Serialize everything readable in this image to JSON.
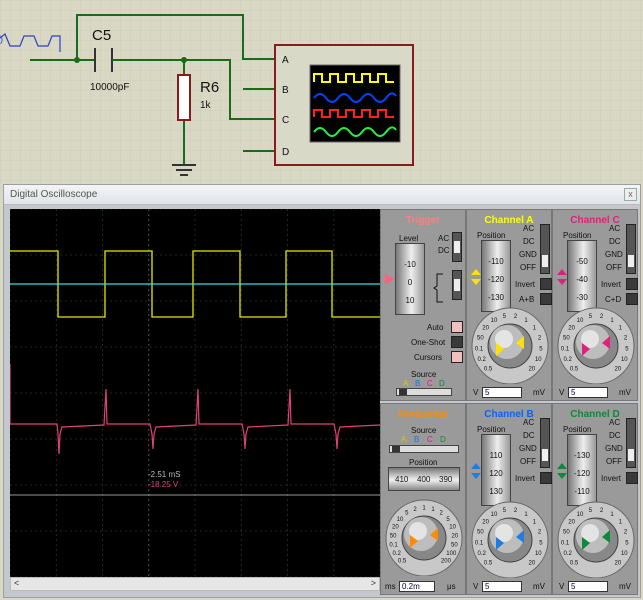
{
  "schematic": {
    "capacitor_ref": "C5",
    "capacitor_value": "10000pF",
    "resistor_ref": "R6",
    "resistor_value": "1k",
    "scope_inputs": [
      "A",
      "B",
      "C",
      "D"
    ],
    "trace_colors": [
      "#ffff00",
      "#0044ff",
      "#ff2020",
      "#22ee44"
    ],
    "wire_color": "#1a6a1a"
  },
  "window": {
    "title": "Digital Oscilloscope",
    "close_label": "x"
  },
  "screen": {
    "cursor_time": "-2.51 mS",
    "cursor_voltage": "-18.25 V",
    "channel_a_color": "#e8e800",
    "channel_b_color": "#33dddd",
    "channel_c_color": "#e0407a"
  },
  "scrollbar": {
    "left_arrow": "<",
    "right_arrow": ">"
  },
  "trigger": {
    "title": "Trigger",
    "level_label": "Level",
    "scale": [
      "-10",
      "0",
      "10"
    ],
    "ac": "AC",
    "dc": "DC",
    "auto": "Auto",
    "oneshot": "One-Shot",
    "cursors": "Cursors",
    "source_label": "Source",
    "sources": [
      "A",
      "B",
      "C",
      "D"
    ]
  },
  "channel_a": {
    "title": "Channel A",
    "position_label": "Position",
    "scale": [
      "-110",
      "-120",
      "-130"
    ],
    "modes": [
      "AC",
      "DC",
      "GND",
      "OFF"
    ],
    "invert": "Invert",
    "combine": "A+B",
    "knob_ticks": [
      "0.5",
      "0.2",
      "0.1",
      "50",
      "20",
      "10",
      "5",
      "2",
      "1",
      "1",
      "2",
      "5",
      "10",
      "20"
    ],
    "volts_value": "5",
    "unit_left": "V",
    "unit_right": "mV"
  },
  "channel_b": {
    "title": "Channel B",
    "position_label": "Position",
    "scale": [
      "110",
      "120",
      "130"
    ],
    "modes": [
      "AC",
      "DC",
      "GND",
      "OFF"
    ],
    "invert": "Invert",
    "knob_ticks": [
      "0.5",
      "0.2",
      "0.1",
      "50",
      "20",
      "10",
      "5",
      "2",
      "1",
      "1",
      "2",
      "5",
      "10",
      "20"
    ],
    "volts_value": "5",
    "unit_left": "V",
    "unit_right": "mV"
  },
  "channel_c": {
    "title": "Channel C",
    "position_label": "Position",
    "scale": [
      "-50",
      "-40",
      "-30"
    ],
    "modes": [
      "AC",
      "DC",
      "GND",
      "OFF"
    ],
    "invert": "Invert",
    "combine": "C+D",
    "knob_ticks": [
      "0.5",
      "0.2",
      "0.1",
      "50",
      "20",
      "10",
      "5",
      "2",
      "1",
      "1",
      "2",
      "5",
      "10",
      "20"
    ],
    "volts_value": "5",
    "unit_left": "V",
    "unit_right": "mV"
  },
  "channel_d": {
    "title": "Channel D",
    "position_label": "Position",
    "scale": [
      "-130",
      "-120",
      "-110"
    ],
    "modes": [
      "AC",
      "DC",
      "GND",
      "OFF"
    ],
    "invert": "Invert",
    "knob_ticks": [
      "0.5",
      "0.2",
      "0.1",
      "50",
      "20",
      "10",
      "5",
      "2",
      "1",
      "1",
      "2",
      "5",
      "10",
      "20"
    ],
    "volts_value": "5",
    "unit_left": "V",
    "unit_right": "mV"
  },
  "horizontal": {
    "title": "Horizontal",
    "source_label": "Source",
    "sources": [
      "A",
      "B",
      "C",
      "D"
    ],
    "position_label": "Position",
    "position_scale": [
      "410",
      "400",
      "390"
    ],
    "knob_ticks": [
      "0.5",
      "0.2",
      "0.1",
      "50",
      "20",
      "10",
      "5",
      "2",
      "1",
      "1",
      "2",
      "5",
      "10",
      "20",
      "50",
      "100",
      "200"
    ],
    "time_value": "0.2m",
    "unit_left": "ms",
    "unit_right": "μs",
    "unit_s": "s"
  },
  "colors": {
    "panel_title_trigger": "#ff8080",
    "panel_title_horizontal": "#ff8c00",
    "panel_title_a": "#ffff00",
    "panel_title_b": "#0066ff",
    "panel_title_c": "#e0207a",
    "panel_title_d": "#0a8a3a",
    "knob_mark_a": "#ffe000",
    "knob_mark_b": "#1f7de0",
    "knob_mark_c": "#e0207a",
    "knob_mark_d": "#0a8a3a",
    "knob_mark_h": "#ff8c00"
  }
}
